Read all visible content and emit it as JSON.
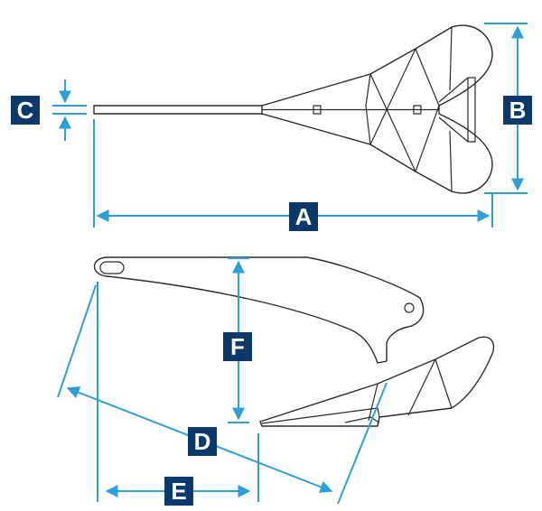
{
  "labels": {
    "a": "A",
    "b": "B",
    "c": "C",
    "d": "D",
    "e": "E",
    "f": "F"
  },
  "colors": {
    "dimension_line": "#2aa0d8",
    "label_background": "#0b3a6a",
    "label_text": "#ffffff",
    "outline": "#2a2a2a"
  }
}
